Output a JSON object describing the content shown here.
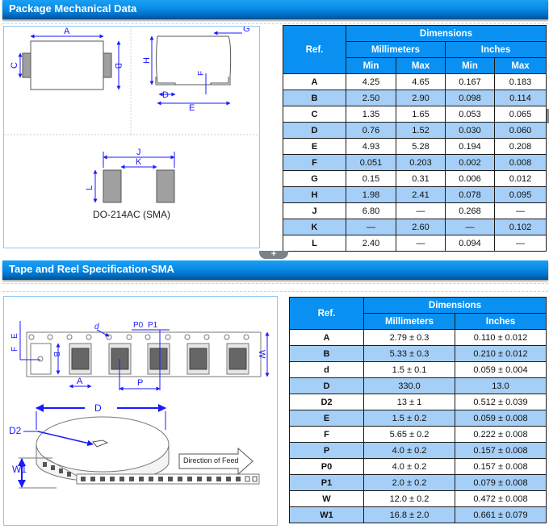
{
  "sections": {
    "package": {
      "title": "Package Mechanical Data",
      "drawing": {
        "caption": "DO-214AC (SMA)",
        "labels": [
          "A",
          "B",
          "C",
          "D",
          "E",
          "F",
          "G",
          "H",
          "J",
          "K",
          "L"
        ]
      },
      "table": {
        "header_ref": "Ref.",
        "header_dimensions": "Dimensions",
        "header_mm": "Millimeters",
        "header_in": "Inches",
        "header_min": "Min",
        "header_max": "Max",
        "rows": [
          {
            "ref": "A",
            "mm_min": "4.25",
            "mm_max": "4.65",
            "in_min": "0.167",
            "in_max": "0.183"
          },
          {
            "ref": "B",
            "mm_min": "2.50",
            "mm_max": "2.90",
            "in_min": "0.098",
            "in_max": "0.114"
          },
          {
            "ref": "C",
            "mm_min": "1.35",
            "mm_max": "1.65",
            "in_min": "0.053",
            "in_max": "0.065"
          },
          {
            "ref": "D",
            "mm_min": "0.76",
            "mm_max": "1.52",
            "in_min": "0.030",
            "in_max": "0.060"
          },
          {
            "ref": "E",
            "mm_min": "4.93",
            "mm_max": "5.28",
            "in_min": "0.194",
            "in_max": "0.208"
          },
          {
            "ref": "F",
            "mm_min": "0.051",
            "mm_max": "0.203",
            "in_min": "0.002",
            "in_max": "0.008"
          },
          {
            "ref": "G",
            "mm_min": "0.15",
            "mm_max": "0.31",
            "in_min": "0.006",
            "in_max": "0.012"
          },
          {
            "ref": "H",
            "mm_min": "1.98",
            "mm_max": "2.41",
            "in_min": "0.078",
            "in_max": "0.095"
          },
          {
            "ref": "J",
            "mm_min": "6.80",
            "mm_max": "—",
            "in_min": "0.268",
            "in_max": "—"
          },
          {
            "ref": "K",
            "mm_min": "—",
            "mm_max": "2.60",
            "in_min": "—",
            "in_max": "0.102"
          },
          {
            "ref": "L",
            "mm_min": "2.40",
            "mm_max": "—",
            "in_min": "0.094",
            "in_max": "—"
          }
        ]
      }
    },
    "expander": {
      "icon": "plus-icon",
      "glyph": "+"
    },
    "tape": {
      "title": "Tape and Reel Specification-SMA",
      "drawing": {
        "labels": [
          "E",
          "F",
          "d",
          "P0",
          "P1",
          "B",
          "W",
          "A",
          "P",
          "D",
          "D2",
          "W1"
        ],
        "feed_label": "Direction of Feed"
      },
      "table": {
        "header_ref": "Ref.",
        "header_dimensions": "Dimensions",
        "header_mm": "Millimeters",
        "header_in": "Inches",
        "rows": [
          {
            "ref": "A",
            "mm": "2.79 ± 0.3",
            "in": "0.110 ± 0.012"
          },
          {
            "ref": "B",
            "mm": "5.33 ± 0.3",
            "in": "0.210 ± 0.012"
          },
          {
            "ref": "d",
            "mm": "1.5 ± 0.1",
            "in": "0.059 ± 0.004"
          },
          {
            "ref": "D",
            "mm": "330.0",
            "in": "13.0"
          },
          {
            "ref": "D2",
            "mm": "13 ± 1",
            "in": "0.512 ± 0.039"
          },
          {
            "ref": "E",
            "mm": "1.5 ± 0.2",
            "in": "0.059 ± 0.008"
          },
          {
            "ref": "F",
            "mm": "5.65 ± 0.2",
            "in": "0.222 ± 0.008"
          },
          {
            "ref": "P",
            "mm": "4.0 ± 0.2",
            "in": "0.157 ± 0.008"
          },
          {
            "ref": "P0",
            "mm": "4.0 ± 0.2",
            "in": "0.157 ± 0.008"
          },
          {
            "ref": "P1",
            "mm": "2.0 ± 0.2",
            "in": "0.079 ± 0.008"
          },
          {
            "ref": "W",
            "mm": "12.0 ± 0.2",
            "in": "0.472 ± 0.008"
          },
          {
            "ref": "W1",
            "mm": "16.8 ± 2.0",
            "in": "0.661 ± 0.079"
          }
        ]
      }
    }
  },
  "colors": {
    "header_blue": "#0a8ae6",
    "table_header": "#0a90f0",
    "row_alt": "#a6cff7",
    "dimension_line": "#1a1aff",
    "pad_gray": "#a0a0a0"
  }
}
